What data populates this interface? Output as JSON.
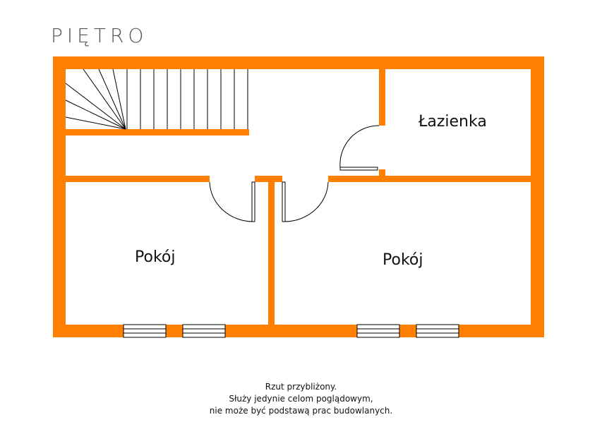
{
  "plan": {
    "title": "PIĘTRO",
    "rooms": [
      "Pokój",
      "Pokój",
      "Łazienka"
    ],
    "wall_color": "#ff8000",
    "note_lines": [
      "Rzut przybliżony.",
      "Służy jedynie celom poglądowym,",
      "nie może być podstawą prac budowlanych."
    ]
  }
}
